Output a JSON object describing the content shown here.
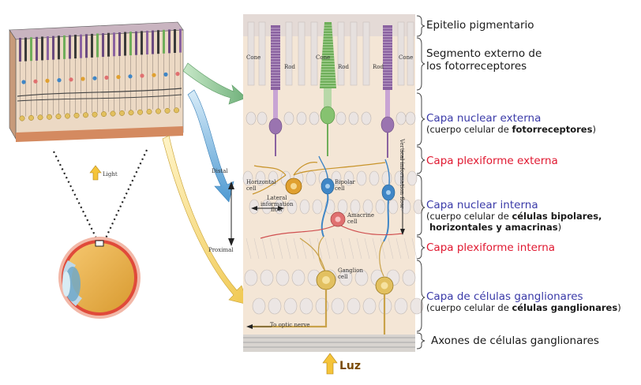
{
  "layers": [
    {
      "id": "l1",
      "label": "Epitelio pigmentario",
      "color": "#1a1a1a"
    },
    {
      "id": "l2",
      "label": "Segmento externo de",
      "label2": "los fotorreceptores",
      "color": "#1a1a1a"
    },
    {
      "id": "l3",
      "label": "Capa nuclear externa",
      "sub_pre": "(cuerpo celular de ",
      "sub_bold": "fotorreceptores",
      "sub_post": ")",
      "color": "#3a3aa8"
    },
    {
      "id": "l4",
      "label": "Capa plexiforme externa",
      "color": "#e01830"
    },
    {
      "id": "l5",
      "label": "Capa nuclear interna",
      "sub_pre": "(cuerpo celular de ",
      "sub_bold": "células bipolares,",
      "sub_line2": "horizontales y amacrinas",
      "sub_post": ")",
      "color": "#3a3aa8"
    },
    {
      "id": "l6",
      "label": "Capa plexiforme interna",
      "color": "#e01830"
    },
    {
      "id": "l7",
      "label": "Capa de células ganglionares",
      "sub_pre": "(cuerpo celular de ",
      "sub_bold": "células ganglionares",
      "sub_post": ")",
      "color": "#3a3aa8"
    },
    {
      "id": "l8",
      "label": "Axones de células ganglionares",
      "color": "#1a1a1a"
    }
  ],
  "figure_labels": {
    "cone_a": "Cone",
    "rod_a": "Rod",
    "cone_b": "Cone",
    "rod_b": "Rod",
    "rod_c": "Rod",
    "cone_c": "Cone",
    "horizontal": "Horizontal\ncell",
    "bipolar": "Bipolar\ncell",
    "amacrine": "Amacrine\ncell",
    "ganglion": "Ganglion\ncell",
    "lateral": "Lateral\ninformation\nflow",
    "vertical": "Vertical information flow",
    "distal": "Distal",
    "proximal": "Proximal",
    "optic": "To optic nerve",
    "light": "Light"
  },
  "luz_label": "Luz",
  "colors": {
    "tissue": "#f4e6d6",
    "rod": "#8a62a0",
    "cone": "#6fae5a",
    "bipolar": "#3f86c6",
    "horizontal": "#e0a030",
    "amacrine": "#e07070",
    "ganglion": "#e2c060",
    "axon": "#c9a24a"
  }
}
